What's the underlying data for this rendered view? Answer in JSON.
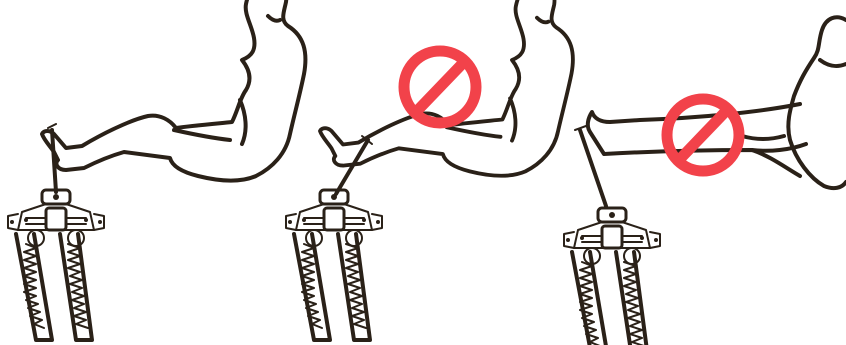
{
  "figure": {
    "panels": [
      {
        "id": "panel-1",
        "status": "correct"
      },
      {
        "id": "panel-2",
        "status": "incorrect"
      },
      {
        "id": "panel-3",
        "status": "incorrect"
      }
    ],
    "prohibition_icon": "prohibition-icon",
    "colors": {
      "ink": "#2a2118",
      "prohibition": "#f2424a",
      "background": "#ffffff"
    }
  }
}
